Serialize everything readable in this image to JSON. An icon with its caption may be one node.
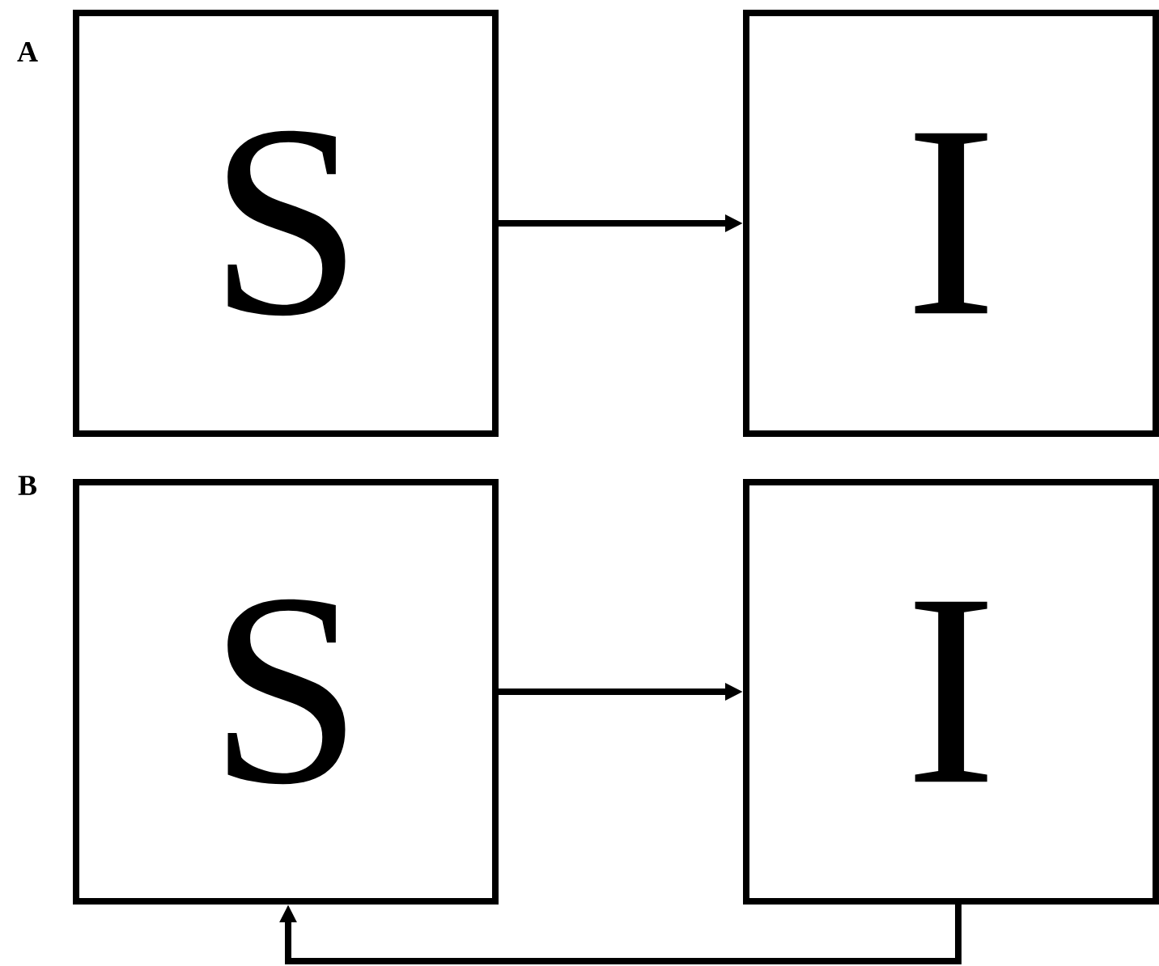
{
  "diagram": {
    "nodes": [
      {
        "text": [
          "S"
        ]
      },
      {
        "text": [
          "I"
        ]
      },
      {
        "text": [
          "S"
        ]
      },
      {
        "text": [
          "I"
        ]
      }
    ],
    "edges": [
      {
        "from": 0,
        "to": 1,
        "arrow": "to"
      },
      {
        "from": 2,
        "to": 3,
        "arrow": "to"
      },
      {
        "from": 3,
        "to": 2,
        "arrow": "to"
      }
    ],
    "labels": [
      "A",
      "B"
    ]
  }
}
